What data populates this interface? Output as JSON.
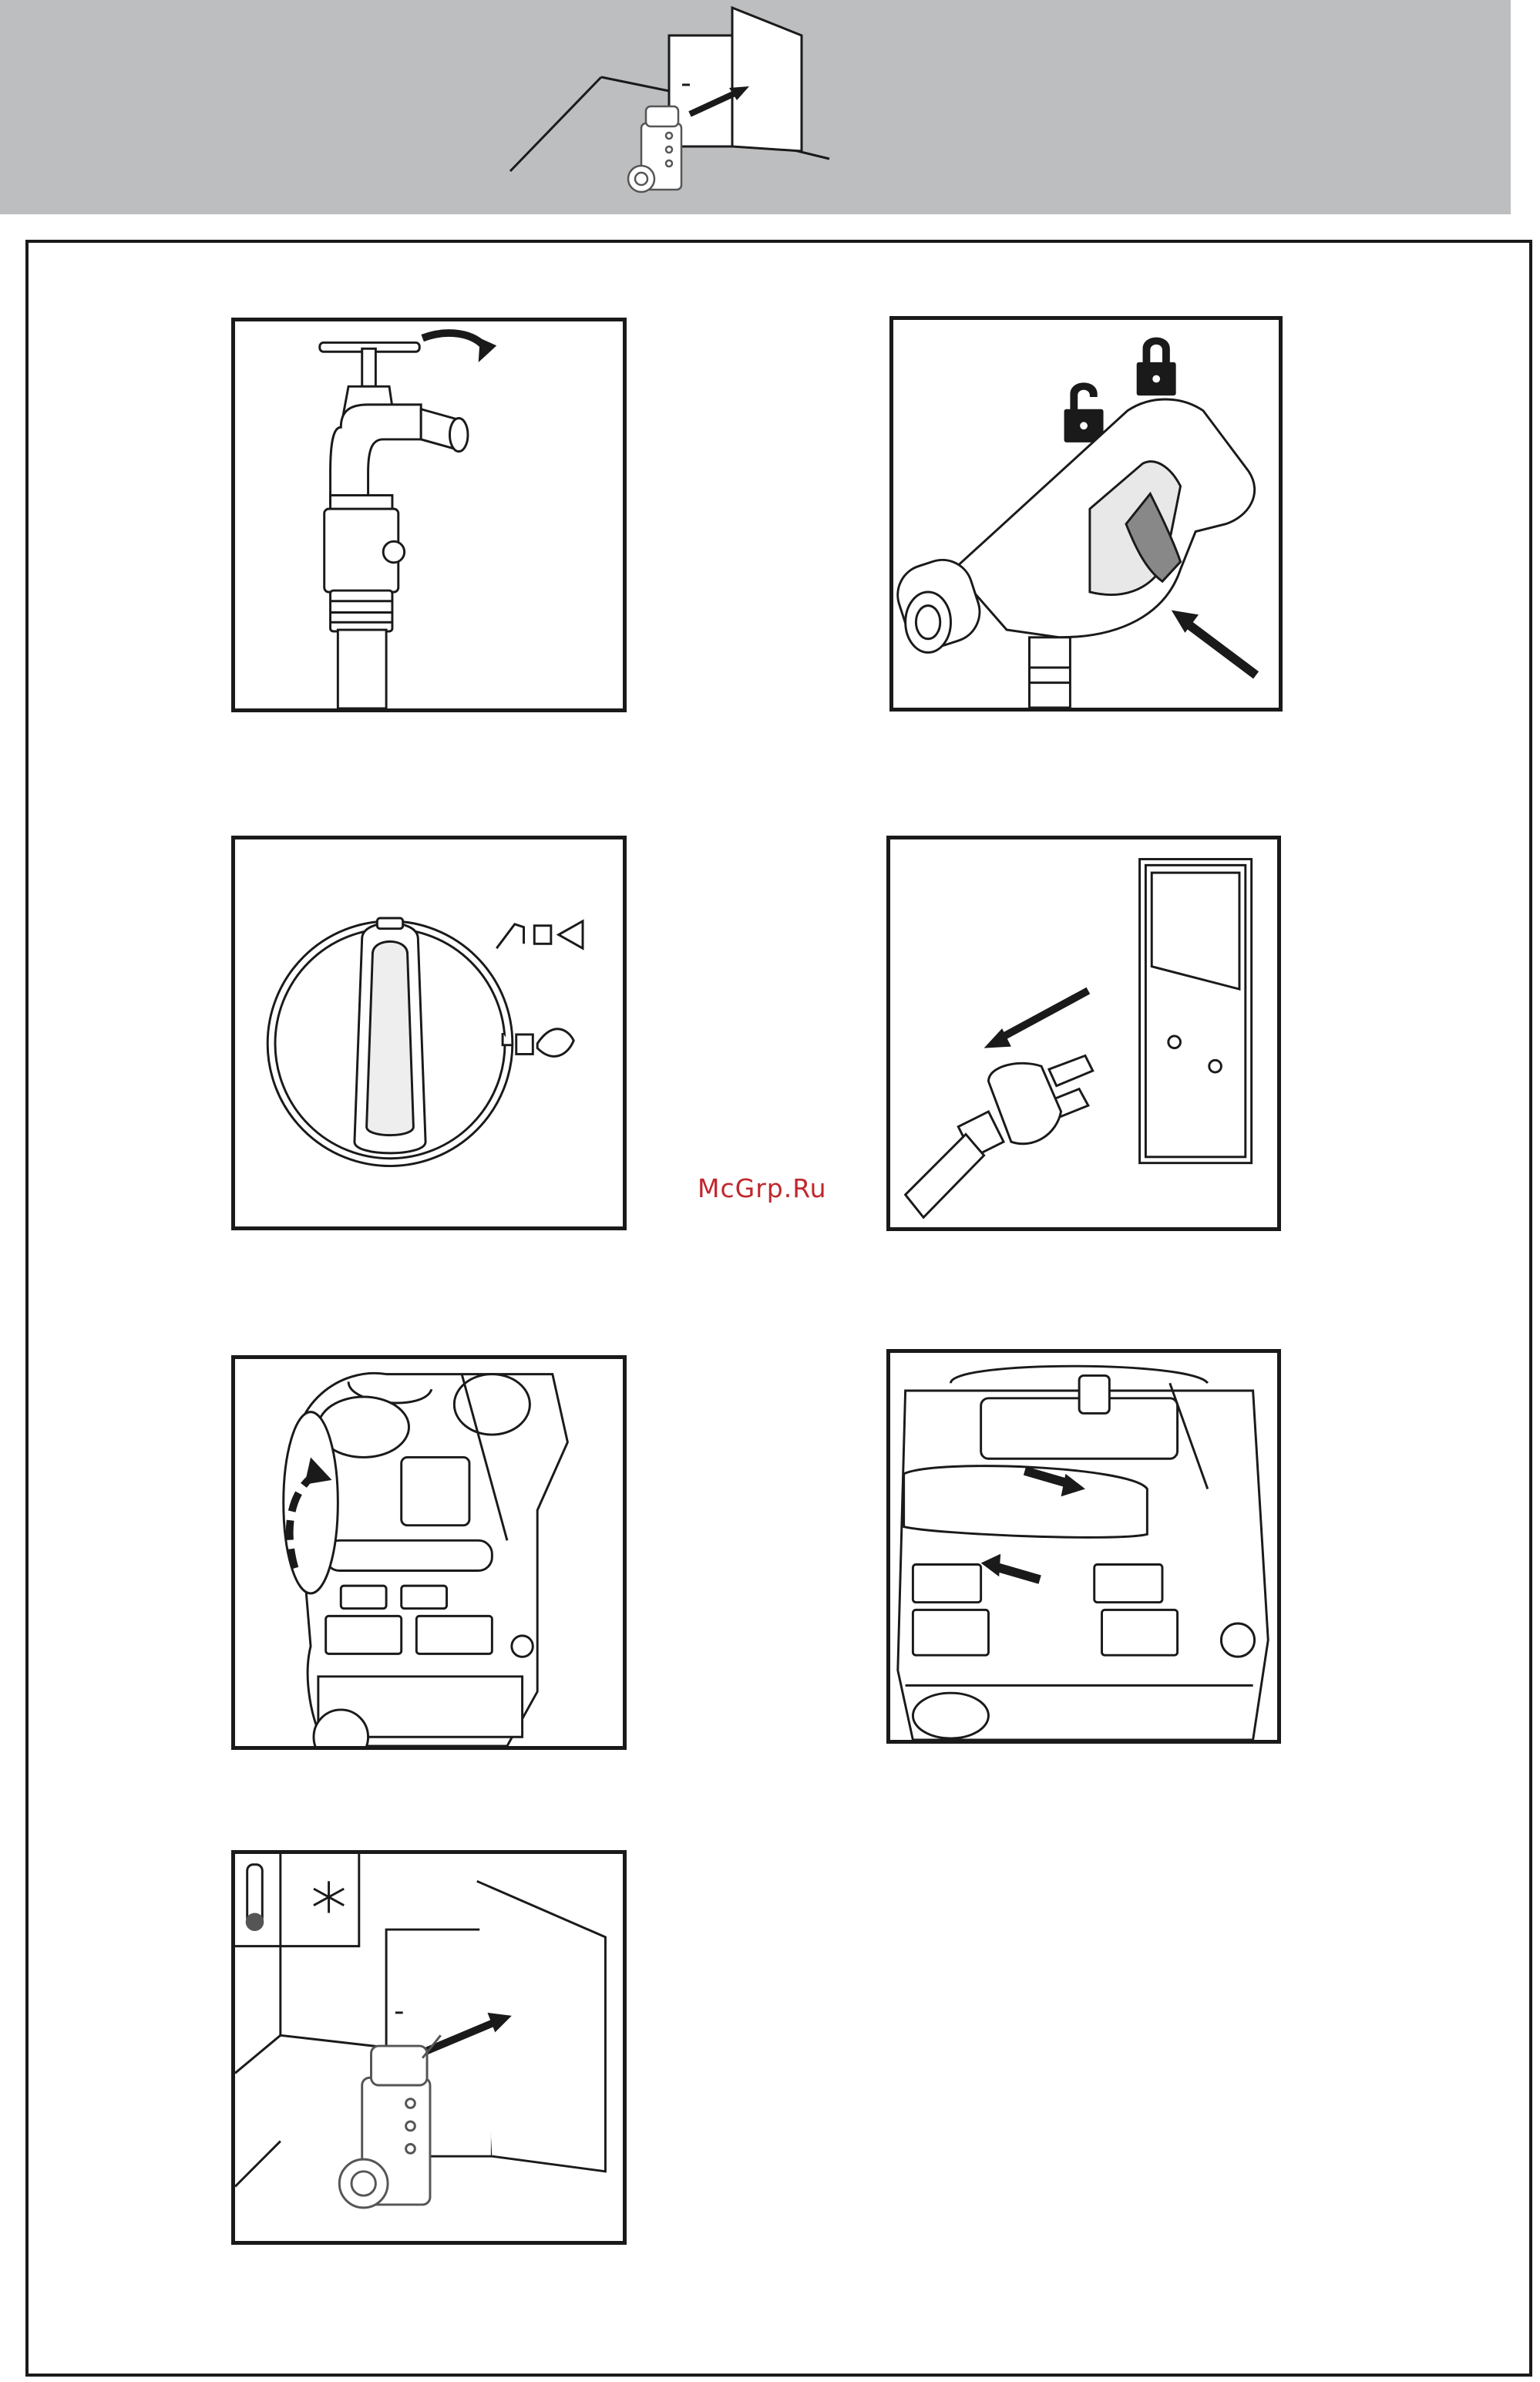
{
  "header": {
    "icon": "store-indoors-icon"
  },
  "panels": [
    {
      "id": "1",
      "icon": "tap-close-icon"
    },
    {
      "id": "2",
      "icon": "trigger-lock-icon"
    },
    {
      "id": "3",
      "icon": "selector-knob-icon"
    },
    {
      "id": "4",
      "icon": "unplug-icon"
    },
    {
      "id": "5",
      "icon": "hose-wind-icon"
    },
    {
      "id": "6",
      "icon": "hose-store-icon"
    },
    {
      "id": "7",
      "icon": "frost-storage-icon"
    }
  ],
  "watermark": {
    "text": "McGrp.Ru"
  },
  "colors": {
    "header_bg": "#bdbec0",
    "line": "#1a1a1a",
    "watermark": "#c0272d"
  }
}
